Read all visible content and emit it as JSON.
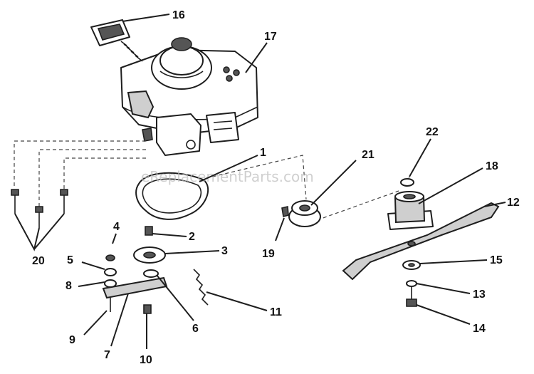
{
  "watermark": "eReplacementParts.com",
  "callouts": [
    {
      "label": "16",
      "part": "primer-bulb"
    },
    {
      "label": "17",
      "part": "engine"
    },
    {
      "label": "1",
      "part": "drive-belt"
    },
    {
      "label": "21",
      "part": "pulley"
    },
    {
      "label": "22",
      "part": "washer"
    },
    {
      "label": "18",
      "part": "blade-adapter"
    },
    {
      "label": "12",
      "part": "blade"
    },
    {
      "label": "20",
      "part": "engine-bolts"
    },
    {
      "label": "2",
      "part": "bolt"
    },
    {
      "label": "3",
      "part": "idler-pulley"
    },
    {
      "label": "4",
      "part": "bolt"
    },
    {
      "label": "5",
      "part": "nut"
    },
    {
      "label": "8",
      "part": "washer"
    },
    {
      "label": "19",
      "part": "key"
    },
    {
      "label": "15",
      "part": "washer"
    },
    {
      "label": "13",
      "part": "lock-washer"
    },
    {
      "label": "11",
      "part": "spring"
    },
    {
      "label": "6",
      "part": "spacer"
    },
    {
      "label": "9",
      "part": "bolt"
    },
    {
      "label": "14",
      "part": "blade-bolt"
    },
    {
      "label": "7",
      "part": "idler-arm"
    },
    {
      "label": "10",
      "part": "bolt"
    }
  ]
}
